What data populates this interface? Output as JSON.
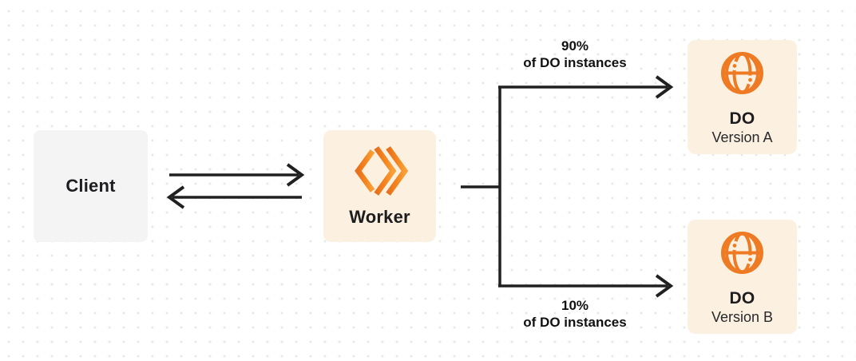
{
  "colors": {
    "accent_orange": "#F6821F",
    "node_cream_bg": "#FCF1E1",
    "node_gray_bg": "#F4F4F5",
    "arrow_color": "#202020",
    "text_dark": "#1D1D1F",
    "dot_grid": "#E7E7E7"
  },
  "nodes": {
    "client": {
      "label": "Client"
    },
    "worker": {
      "label": "Worker",
      "icon": "workers-icon"
    },
    "do_version_a": {
      "title": "DO",
      "subtitle": "Version A",
      "icon": "durable-object-globe-icon"
    },
    "do_version_b": {
      "title": "DO",
      "subtitle": "Version B",
      "icon": "durable-object-globe-icon"
    }
  },
  "edges": {
    "to_version_a": {
      "percent": "90%",
      "caption": "of DO instances"
    },
    "to_version_b": {
      "percent": "10%",
      "caption": "of DO instances"
    }
  }
}
